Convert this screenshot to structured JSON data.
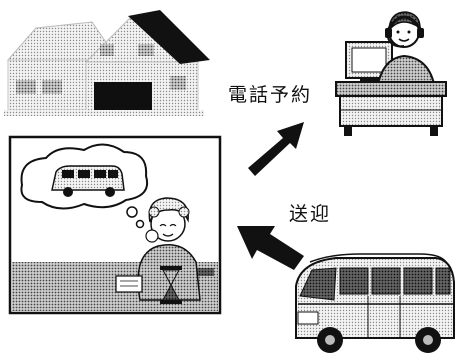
{
  "labels": {
    "phone_reservation": "電話予約",
    "transport": "送迎"
  },
  "illustrations": {
    "house": "house-illustration",
    "operator": "telephone-operator-illustration",
    "elderly_person": "elderly-person-illustration",
    "thought_bubble": "van-thought-bubble",
    "van": "transport-van-illustration",
    "arrow_to_operator": "arrow-up-right-icon",
    "arrow_to_person": "arrow-up-left-icon"
  },
  "colors": {
    "ink": "#111111",
    "halftone_light": "#d9d9d9",
    "halftone_mid": "#a9a9a9",
    "halftone_dark": "#5a5a5a",
    "house_roof": "#111111"
  }
}
